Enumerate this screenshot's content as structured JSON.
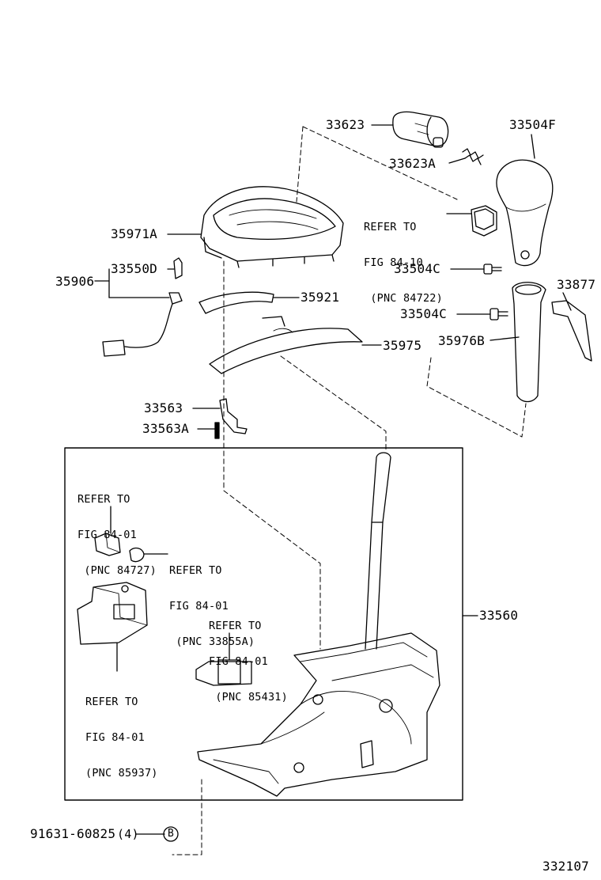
{
  "parts": {
    "p33623": "33623",
    "p33623A": "33623A",
    "p33504F": "33504F",
    "p35971A": "35971A",
    "p33550D": "33550D",
    "p35906": "35906",
    "p35921": "35921",
    "p33504C_a": "33504C",
    "p33504C_b": "33504C",
    "p33877": "33877",
    "p35976B": "35976B",
    "p35975": "35975",
    "p33563": "33563",
    "p33563A": "33563A",
    "p33560": "33560",
    "p91631": "91631-60825",
    "p91631_qty": "(4)",
    "b_marker": "B"
  },
  "refs": {
    "ref_84722": [
      "REFER TO",
      "FIG 84-10",
      " (PNC 84722)"
    ],
    "ref_84727": [
      "REFER TO",
      "FIG 84-01",
      " (PNC 84727)"
    ],
    "ref_33855A": [
      "REFER TO",
      "FIG 84-01",
      " (PNC 33855A)"
    ],
    "ref_85431": [
      "REFER TO",
      "FIG 84-01",
      " (PNC 85431)"
    ],
    "ref_85937": [
      "REFER TO",
      "FIG 84-01",
      "(PNC 85937)"
    ]
  },
  "figure_number": "332107"
}
